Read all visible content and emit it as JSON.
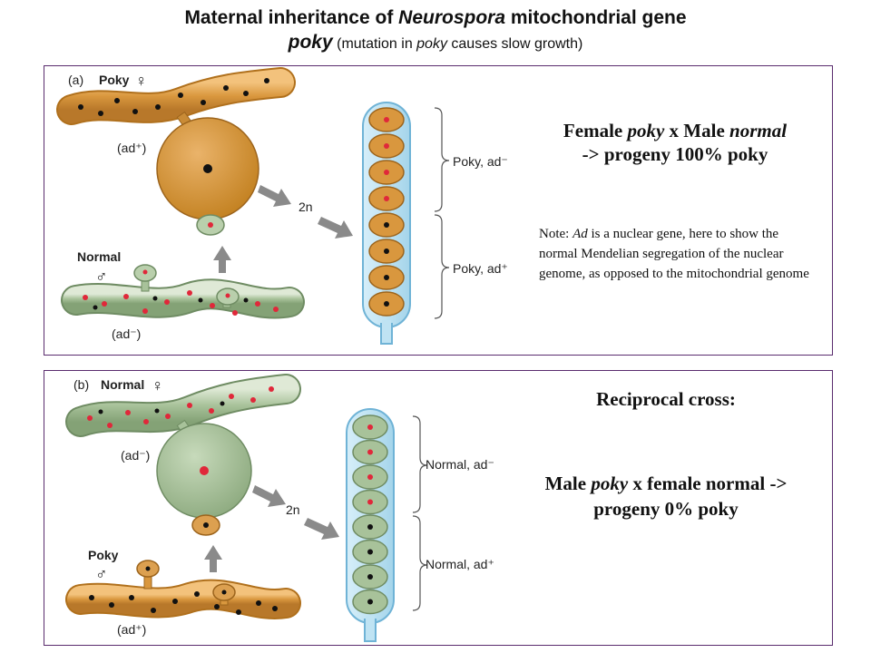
{
  "title": {
    "part1": "Maternal inheritance of ",
    "italic1": "Neurospora",
    "part2": " mitochondrial gene",
    "italic2": "poky",
    "sub1": " (mutation in ",
    "sub_italic": "poky",
    "sub2": " causes slow growth)"
  },
  "panel_a": {
    "tag": "(a)",
    "female_label": "Poky",
    "female_symbol": "♀",
    "female_genotype": "(ad⁺)",
    "male_label": "Normal",
    "male_symbol": "♂",
    "male_genotype": "(ad⁻)",
    "ploidy": "2n",
    "upper_bracket": "Poky, ad⁻",
    "lower_bracket": "Poky, ad⁺",
    "headline": {
      "w1": "Female ",
      "w2": "poky",
      "w3": " x Male ",
      "w4": "normal",
      "line2": "-> progeny 100% poky"
    },
    "note": {
      "p1": "Note: ",
      "p2": "Ad",
      "p3": " is a nuclear gene, here to show the normal Mendelian segregation of the nuclear genome, as opposed to the mitochondrial genome"
    }
  },
  "panel_b": {
    "tag": "(b)",
    "female_label": "Normal",
    "female_symbol": "♀",
    "female_genotype": "(ad⁻)",
    "male_label": "Poky",
    "male_symbol": "♂",
    "male_genotype": "(ad⁺)",
    "ploidy": "2n",
    "upper_bracket": "Normal, ad⁻",
    "lower_bracket": "Normal, ad⁺",
    "headline1": "Reciprocal cross:",
    "headline2": {
      "w1": "Male ",
      "w2": "poky",
      "w3": " x female normal -> progeny 0% poky"
    }
  },
  "colors": {
    "poky_fill": "#d9973e",
    "poky_dark": "#b0701c",
    "normal_fill": "#a8c29a",
    "normal_dark": "#6f8c63",
    "ascus_fill": "#bfe3f3",
    "ascus_stroke": "#6fb3d6",
    "arrow": "#8a8a8a",
    "border": "#5a2c6e",
    "nucleus_red": "#e0283a",
    "nucleus_black": "#111111"
  }
}
